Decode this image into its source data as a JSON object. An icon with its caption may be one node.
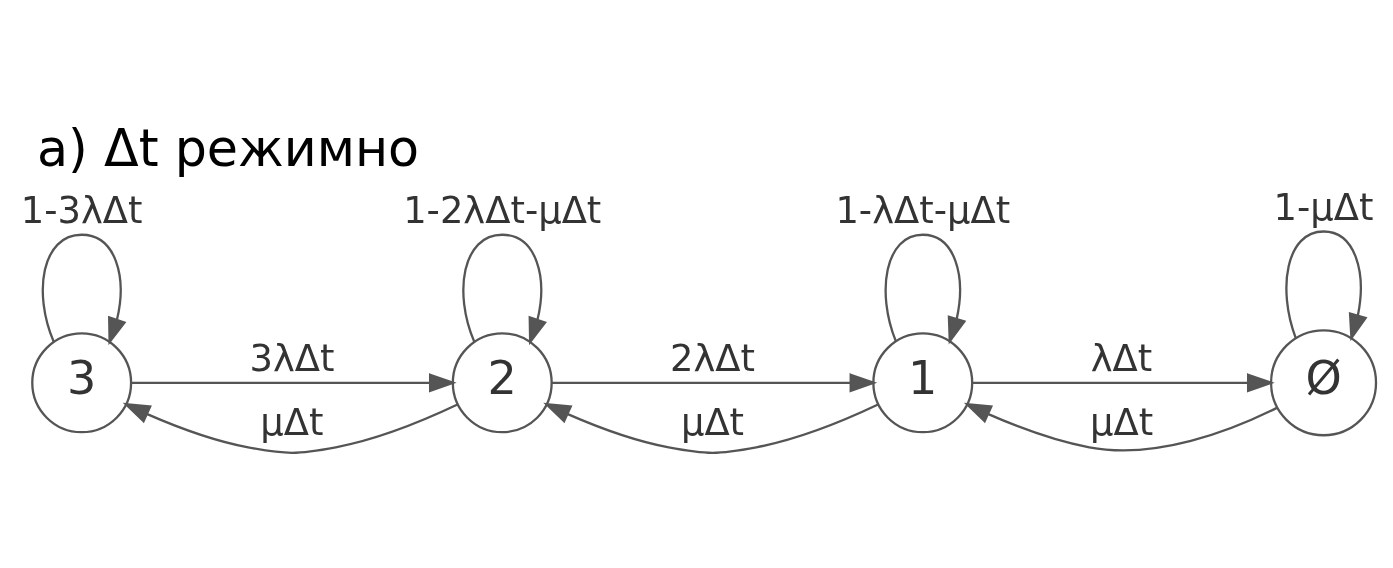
{
  "diagram": {
    "title": "a) Δt режимно",
    "nodes": [
      {
        "text": [
          "3"
        ]
      },
      {
        "text": [
          "2"
        ]
      },
      {
        "text": [
          "1"
        ]
      },
      {
        "text": [
          "Ø"
        ]
      }
    ],
    "edges": [
      {
        "from": 0,
        "to": 1,
        "arrow": "to",
        "label": "3λΔt"
      },
      {
        "from": 1,
        "to": 1,
        "arrow": "to",
        "label": "1-2λΔt-μΔt"
      },
      {
        "from": 1,
        "to": 2,
        "arrow": "to",
        "label": "2λΔt"
      },
      {
        "from": 2,
        "to": 2,
        "arrow": "to",
        "label": "1-λΔt-μΔt"
      },
      {
        "from": 2,
        "to": 3,
        "arrow": "to",
        "label": "λΔt"
      },
      {
        "from": 3,
        "to": 3,
        "arrow": "to",
        "label": "1-μΔt"
      },
      {
        "from": 0,
        "to": 0,
        "arrow": "to",
        "label": "1-3λΔt"
      },
      {
        "from": 1,
        "to": 0,
        "arrow": "to",
        "label": "μΔt"
      },
      {
        "from": 2,
        "to": 1,
        "arrow": "to",
        "label": "μΔt"
      },
      {
        "from": 3,
        "to": 2,
        "arrow": "to",
        "label": "μΔt"
      }
    ]
  }
}
